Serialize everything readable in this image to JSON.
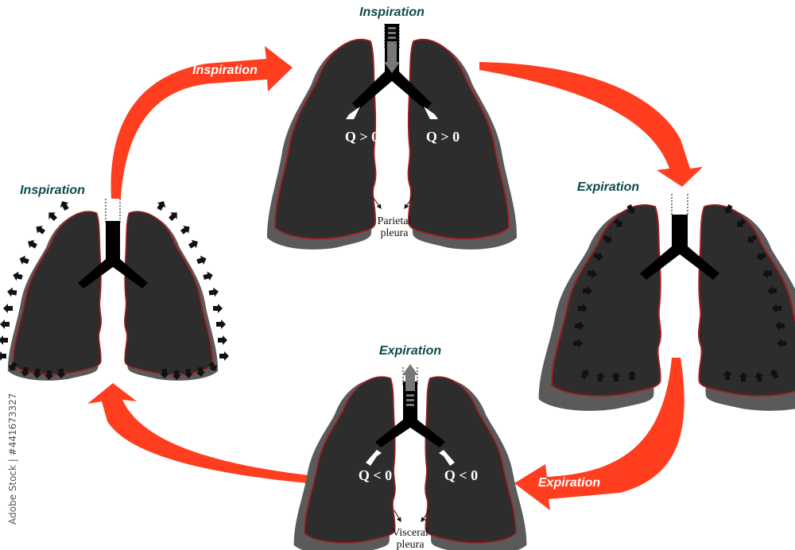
{
  "title": "",
  "colors": {
    "cycle_arrow": "#ff3d1f",
    "lung_fill": "#2d2d2d",
    "pleura_outer": "#5a5a5a",
    "pleura_line": "#a31c1c",
    "phase_label": "#0d4a4a",
    "arrow_label": "#ffffff",
    "trachea": "#000000",
    "airflow_arrow": "#777777"
  },
  "stages": {
    "top": {
      "label": "Inspiration",
      "left_flow": "Q > 0",
      "right_flow": "Q > 0",
      "annotation_line1": "Parietal",
      "annotation_line2": "pleura",
      "airflow": "in"
    },
    "right": {
      "label": "Expiration",
      "wall_arrows": "inward"
    },
    "bottom": {
      "label": "Expiration",
      "left_flow": "Q < 0",
      "right_flow": "Q < 0",
      "annotation_line1": "Visceral",
      "annotation_line2": "pleura",
      "airflow": "out"
    },
    "left": {
      "label": "Inspiration",
      "wall_arrows": "outward"
    }
  },
  "cycle_arrows": {
    "top_left": {
      "label": "Inspiration",
      "icon": "curved-arrow-icon"
    },
    "top_right": {
      "label": "",
      "icon": "curved-arrow-icon"
    },
    "bottom_right": {
      "label": "Expiration",
      "icon": "curved-arrow-icon"
    },
    "bottom_left": {
      "label": "",
      "icon": "curved-arrow-icon"
    }
  },
  "watermark": "Adobe Stock | #441673327"
}
